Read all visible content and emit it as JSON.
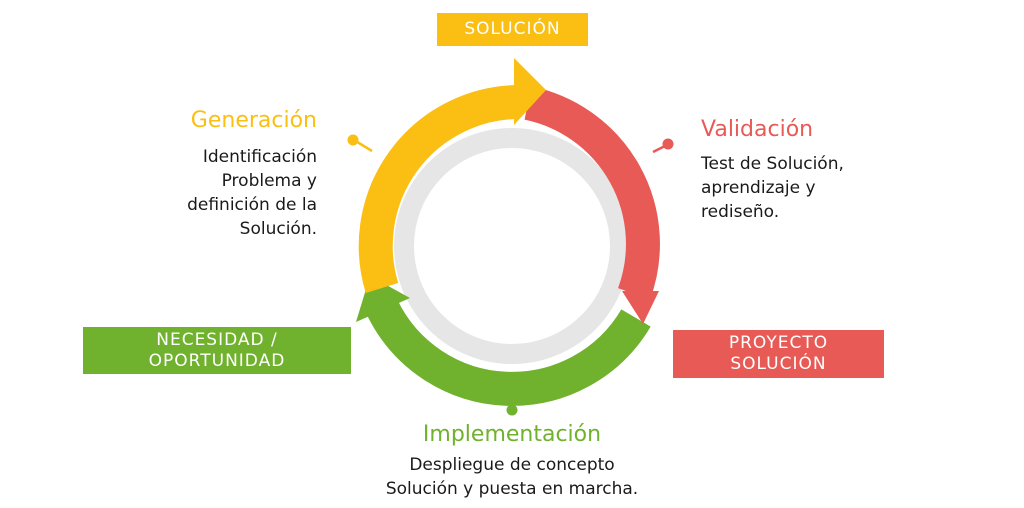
{
  "colors": {
    "yellow": "#fbbf13",
    "red": "#e85a55",
    "green": "#70b22d",
    "ring": "#e6e6e6"
  },
  "boxes": {
    "solucion": [
      "SOLUCIÓN"
    ],
    "necesidad": [
      "NECESIDAD /",
      "OPORTUNIDAD"
    ],
    "proyecto": [
      "PROYECTO",
      "SOLUCIÓN"
    ]
  },
  "stages": {
    "generacion": {
      "title": "Generación",
      "lines": [
        "Identificación",
        "Problema y",
        "definición de la",
        "Solución."
      ]
    },
    "validacion": {
      "title": "Validación",
      "lines": [
        "Test de Solución,",
        "aprendizaje y",
        "rediseño."
      ]
    },
    "implementacion": {
      "title": "Implementación",
      "lines": [
        "Despliegue de concepto",
        "Solución y puesta en marcha."
      ]
    }
  }
}
